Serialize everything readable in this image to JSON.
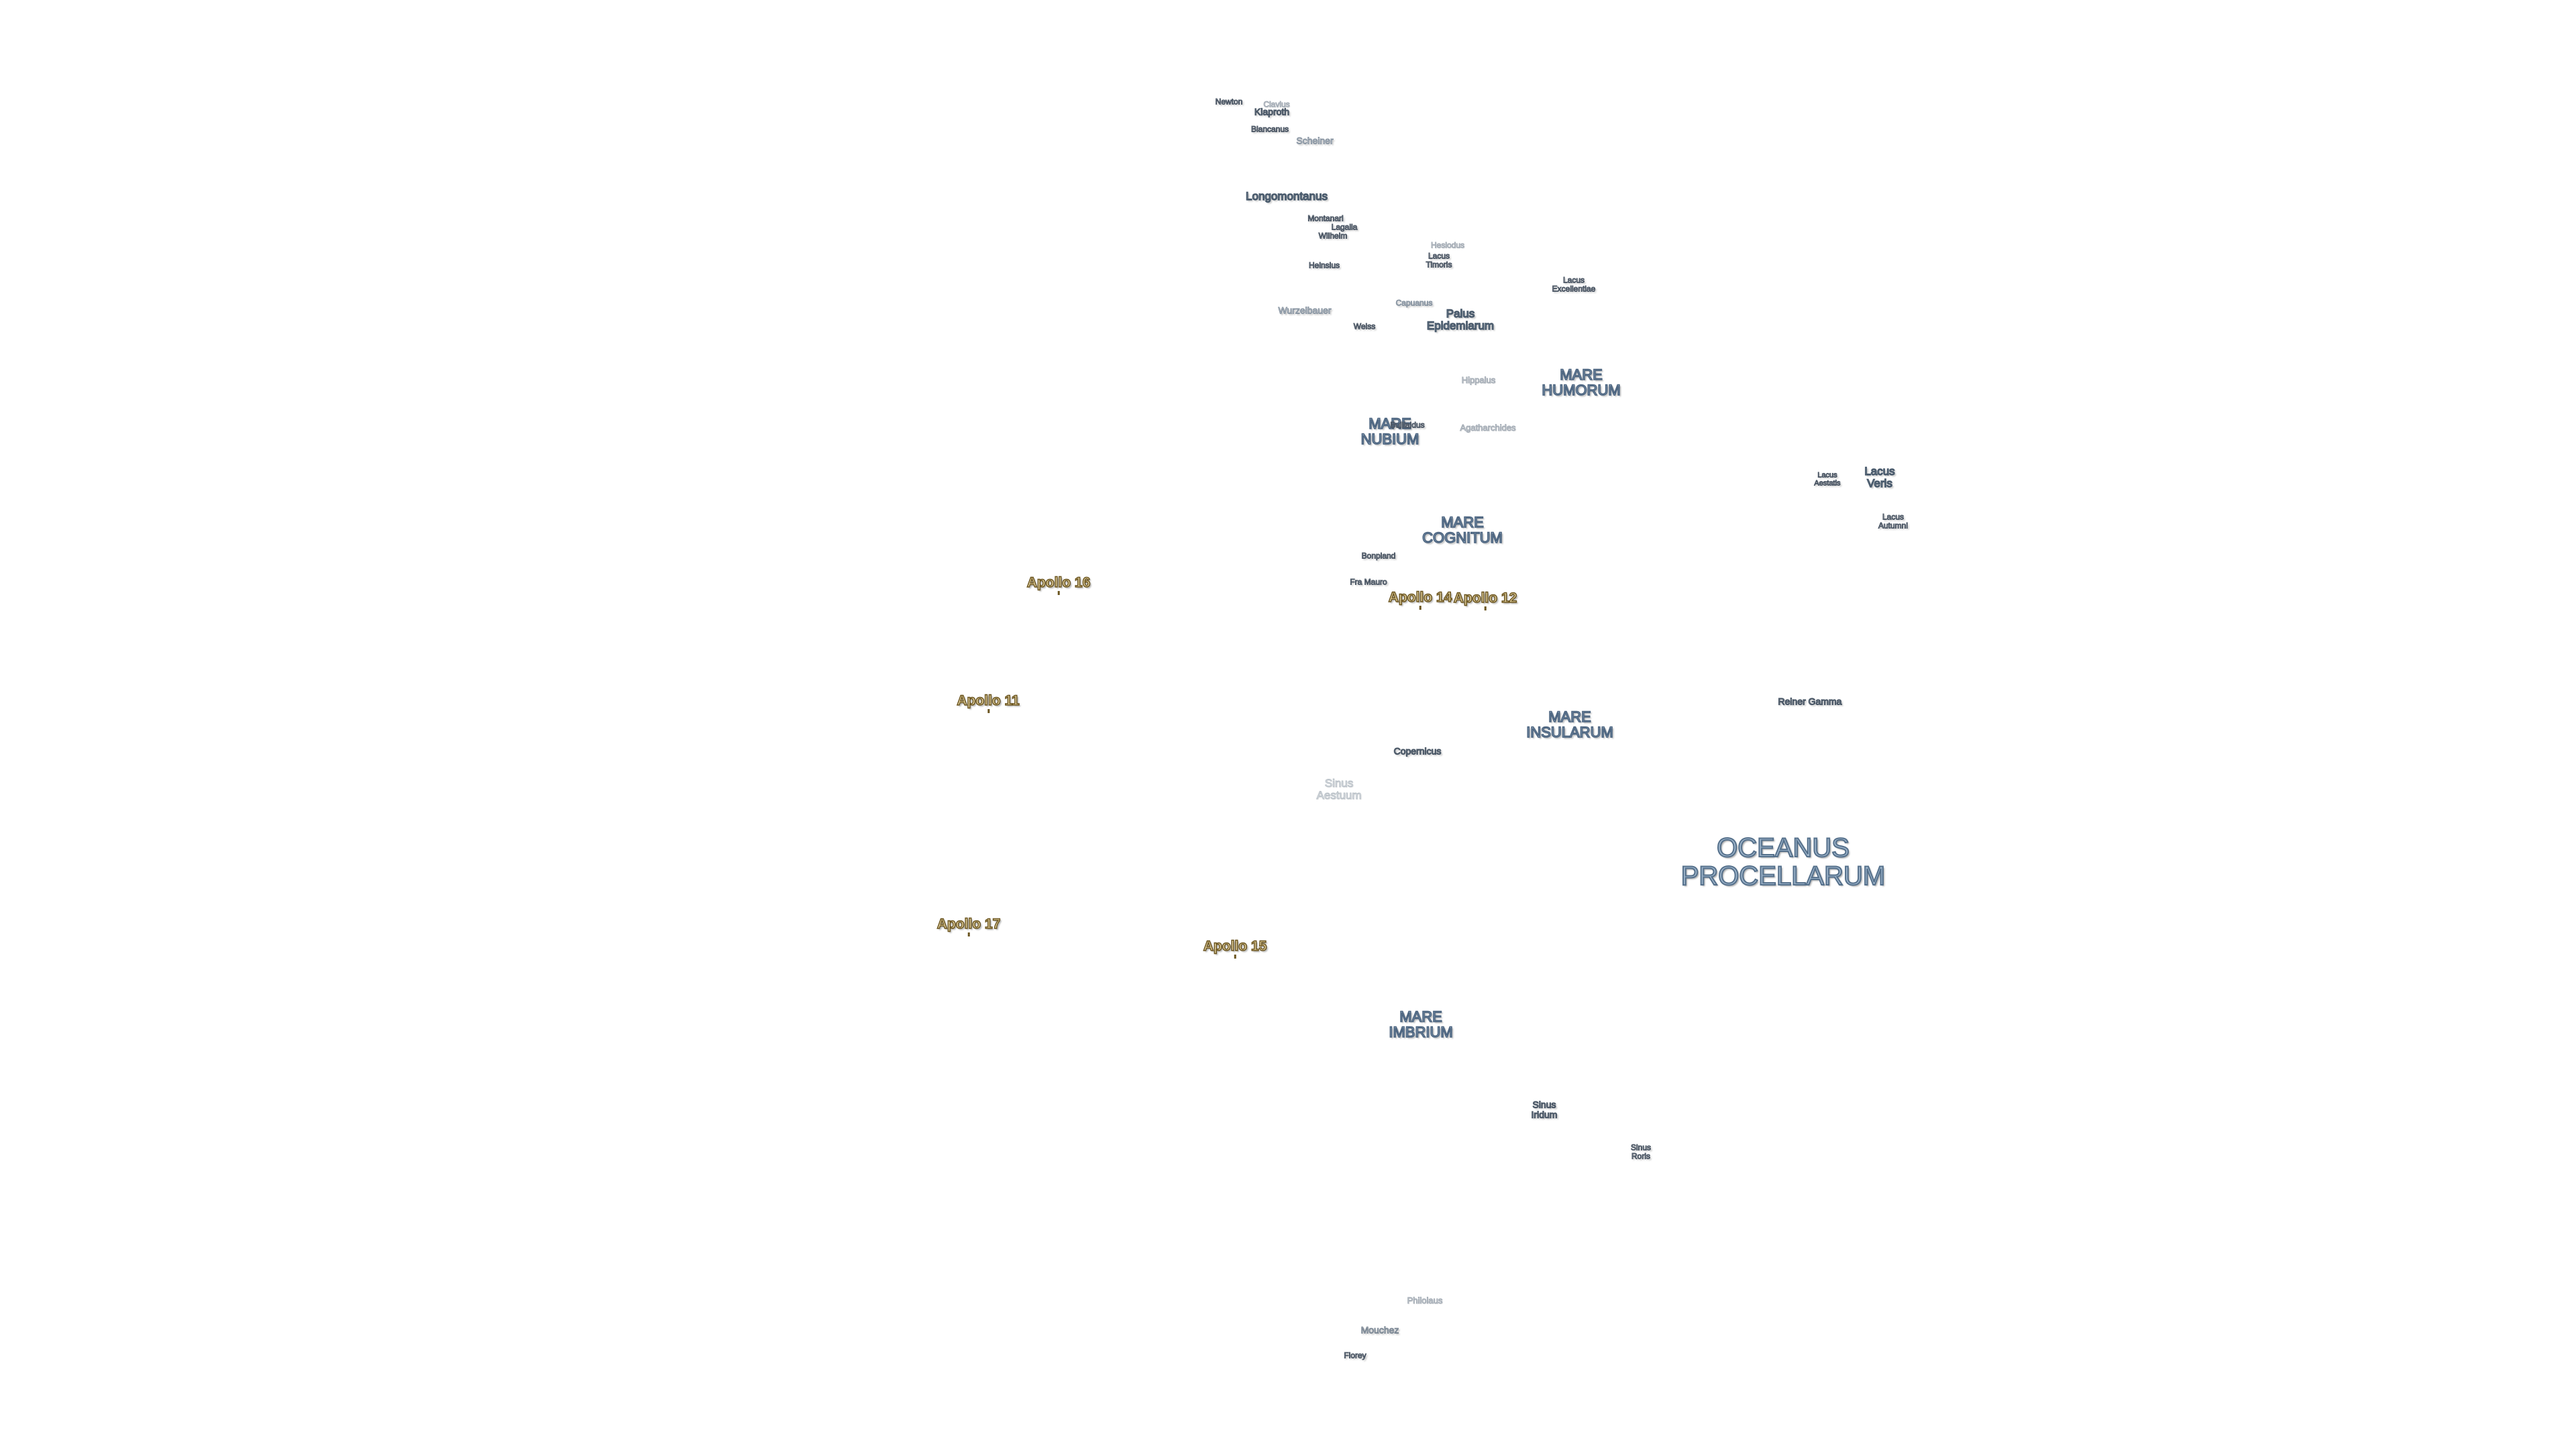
{
  "map": {
    "title": "",
    "labels": [
      {
        "key": "oceanus",
        "lines": [
          "OCEANUS",
          "PROCELLARUM"
        ]
      },
      {
        "key": "imbrium",
        "lines": [
          "MARE",
          "IMBRIUM"
        ]
      },
      {
        "key": "insularum",
        "lines": [
          "MARE",
          "INSULARUM"
        ]
      },
      {
        "key": "cognitum",
        "lines": [
          "MARE",
          "COGNITUM"
        ]
      },
      {
        "key": "nubium",
        "lines": [
          "MARE",
          "NUBIUM"
        ]
      },
      {
        "key": "humorum",
        "lines": [
          "MARE",
          "HUMORUM"
        ]
      },
      {
        "key": "palus",
        "lines": [
          "Palus",
          "Epidemiarum"
        ]
      },
      {
        "key": "lacus-veris",
        "lines": [
          "Lacus",
          "Veris"
        ]
      },
      {
        "key": "lacus-autumni",
        "lines": [
          "Lacus",
          "Autumni"
        ]
      },
      {
        "key": "lacus-aestatis",
        "lines": [
          "Lacus",
          "Aestatis"
        ]
      },
      {
        "key": "lacus-excellentiae",
        "lines": [
          "Lacus",
          "Excellentiae"
        ]
      },
      {
        "key": "lacus-timoris",
        "lines": [
          "Lacus",
          "Timoris"
        ]
      },
      {
        "key": "sinus-iridum",
        "lines": [
          "Sinus",
          "Iridum"
        ]
      },
      {
        "key": "sinus-roris",
        "lines": [
          "Sinus",
          "Roris"
        ]
      },
      {
        "key": "sinus-aestuum",
        "lines": [
          "Sinus",
          "Aestuum"
        ]
      },
      {
        "key": "reiner-gamma",
        "lines": [
          "Reiner Gamma"
        ]
      },
      {
        "key": "copernicus",
        "lines": [
          "Copernicus"
        ]
      },
      {
        "key": "bonpland",
        "lines": [
          "Bonpland"
        ]
      },
      {
        "key": "fra-mauro",
        "lines": [
          "Fra Mauro"
        ]
      },
      {
        "key": "longomontanus",
        "lines": [
          "Longomontanus"
        ]
      },
      {
        "key": "newton",
        "lines": [
          "Newton"
        ]
      },
      {
        "key": "clavius",
        "lines": [
          "Clavius"
        ]
      },
      {
        "key": "klaproth",
        "lines": [
          "Klaproth"
        ]
      },
      {
        "key": "blancanus",
        "lines": [
          "Blancanus"
        ]
      },
      {
        "key": "scheiner",
        "lines": [
          "Scheiner"
        ]
      },
      {
        "key": "montanari",
        "lines": [
          "Montanari"
        ]
      },
      {
        "key": "lagalla",
        "lines": [
          "Lagalla"
        ]
      },
      {
        "key": "wilhelm",
        "lines": [
          "Wilhelm"
        ]
      },
      {
        "key": "heinsius",
        "lines": [
          "Heinsius"
        ]
      },
      {
        "key": "wurzelbauer",
        "lines": [
          "Wurzelbauer"
        ]
      },
      {
        "key": "weiss",
        "lines": [
          "Weiss"
        ]
      },
      {
        "key": "capuanus",
        "lines": [
          "Capuanus"
        ]
      },
      {
        "key": "hippalus",
        "lines": [
          "Hippalus"
        ]
      },
      {
        "key": "agatharchides",
        "lines": [
          "Agatharchides"
        ]
      },
      {
        "key": "bullialdus",
        "lines": [
          "Bullialdus"
        ]
      },
      {
        "key": "hesiodus",
        "lines": [
          "Hesiodus"
        ]
      },
      {
        "key": "philolaus",
        "lines": [
          "Philolaus"
        ]
      },
      {
        "key": "mouchez",
        "lines": [
          "Mouchez"
        ]
      },
      {
        "key": "florey",
        "lines": [
          "Florey"
        ]
      },
      {
        "key": "apollo-11",
        "lines": [
          "Apollo 11"
        ]
      },
      {
        "key": "apollo-12",
        "lines": [
          "Apollo 12"
        ]
      },
      {
        "key": "apollo-14",
        "lines": [
          "Apollo 14"
        ]
      },
      {
        "key": "apollo-15",
        "lines": [
          "Apollo 15"
        ]
      },
      {
        "key": "apollo-16",
        "lines": [
          "Apollo 16"
        ]
      },
      {
        "key": "apollo-17",
        "lines": [
          "Apollo 17"
        ]
      }
    ]
  }
}
